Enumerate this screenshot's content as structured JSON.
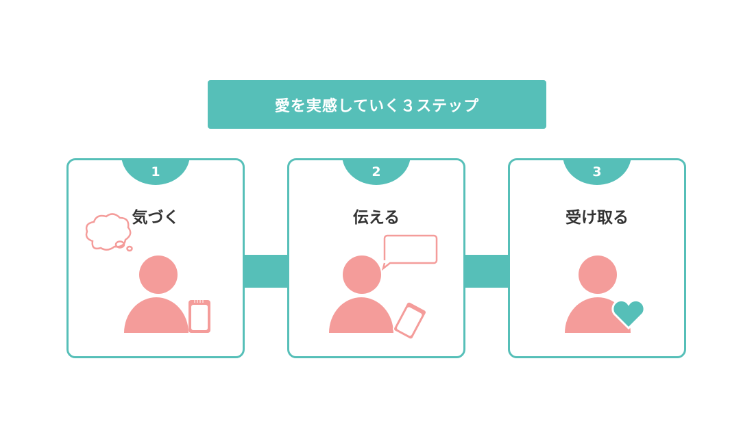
{
  "title": "愛を実感していく３ステップ",
  "steps": [
    {
      "number": "1",
      "label": "気づく"
    },
    {
      "number": "2",
      "label": "伝える"
    },
    {
      "number": "3",
      "label": "受け取る"
    }
  ],
  "colors": {
    "accent": "#56bfb8",
    "figure": "#f49c9a",
    "text": "#333333"
  }
}
